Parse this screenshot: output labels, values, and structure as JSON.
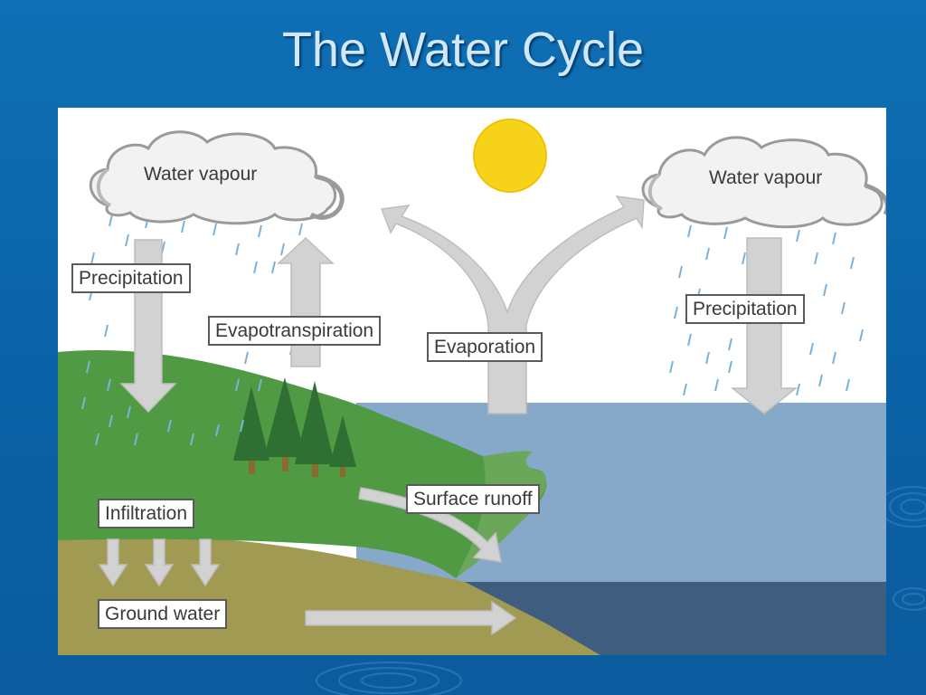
{
  "slide": {
    "title": "The Water Cycle",
    "background_color": "#0b62a6",
    "title_color": "#cfe9fb"
  },
  "diagram": {
    "clouds": [
      {
        "id": "left",
        "label": "Water vapour"
      },
      {
        "id": "right",
        "label": "Water vapour"
      }
    ],
    "labels": {
      "precipitation_left": "Precipitation",
      "evapotranspiration": "Evapotranspiration",
      "evaporation": "Evaporation",
      "precipitation_right": "Precipitation",
      "surface_runoff": "Surface runoff",
      "infiltration": "Infiltration",
      "ground_water": "Ground water"
    },
    "colors": {
      "sky": "#ffffff",
      "sun": "#f6d31a",
      "land_green": "#4f9a43",
      "soil": "#a19a52",
      "sea_surface": "#87a9c9",
      "deep_water": "#3e5d7f",
      "trees": "#2f6f34",
      "arrows": "#d2d2d2",
      "cloud": "#f2f2f2",
      "rain": "#7ab3d9"
    },
    "icons": [
      "sun-icon",
      "cloud-icon",
      "tree-icon",
      "rain-icon",
      "arrow-icon"
    ]
  }
}
